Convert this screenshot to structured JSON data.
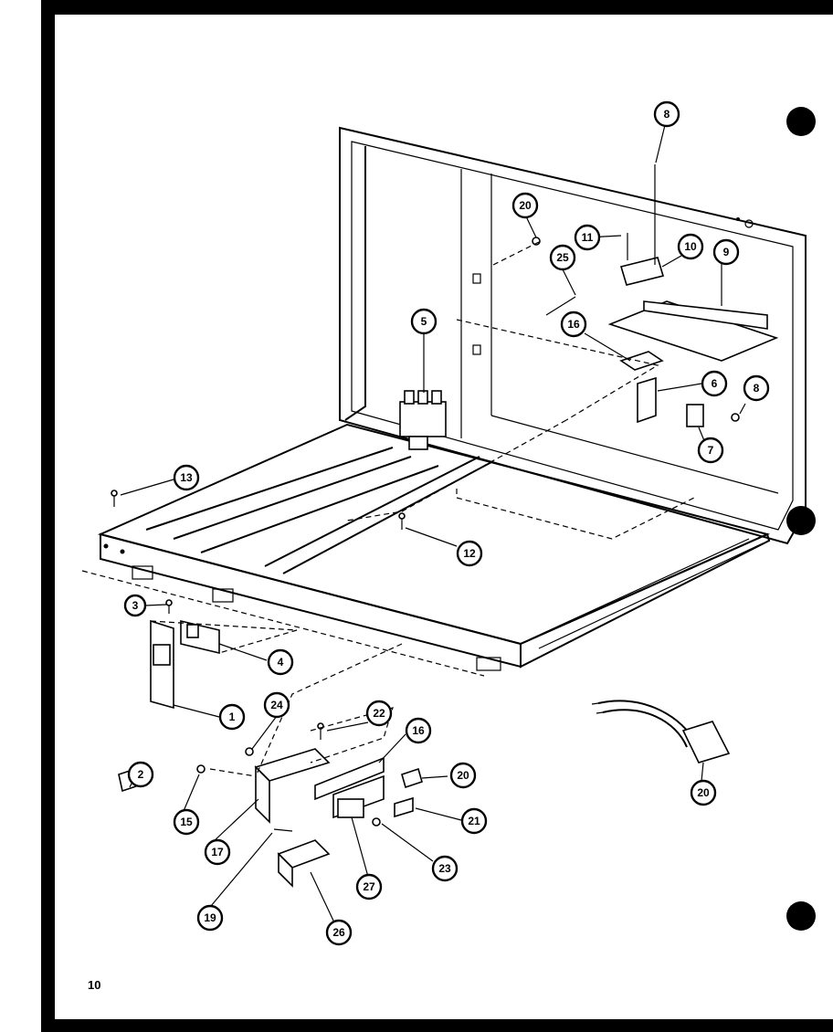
{
  "page_number": "10",
  "callouts": [
    {
      "id": "c1",
      "label": "1"
    },
    {
      "id": "c2",
      "label": "2"
    },
    {
      "id": "c3",
      "label": "3"
    },
    {
      "id": "c4",
      "label": "4"
    },
    {
      "id": "c5",
      "label": "5"
    },
    {
      "id": "c6",
      "label": "6"
    },
    {
      "id": "c7",
      "label": "7"
    },
    {
      "id": "c8a",
      "label": "8"
    },
    {
      "id": "c8b",
      "label": "8"
    },
    {
      "id": "c9",
      "label": "9"
    },
    {
      "id": "c10",
      "label": "10"
    },
    {
      "id": "c11",
      "label": "11"
    },
    {
      "id": "c12",
      "label": "12"
    },
    {
      "id": "c13",
      "label": "13"
    },
    {
      "id": "c15",
      "label": "15"
    },
    {
      "id": "c16a",
      "label": "16"
    },
    {
      "id": "c16b",
      "label": "16"
    },
    {
      "id": "c17",
      "label": "17"
    },
    {
      "id": "c19",
      "label": "19"
    },
    {
      "id": "c20a",
      "label": "20"
    },
    {
      "id": "c20b",
      "label": "20"
    },
    {
      "id": "c20c",
      "label": "20"
    },
    {
      "id": "c21",
      "label": "21"
    },
    {
      "id": "c22",
      "label": "22"
    },
    {
      "id": "c23",
      "label": "23"
    },
    {
      "id": "c24",
      "label": "24"
    },
    {
      "id": "c25",
      "label": "25"
    },
    {
      "id": "c26",
      "label": "26"
    },
    {
      "id": "c27",
      "label": "27"
    }
  ]
}
